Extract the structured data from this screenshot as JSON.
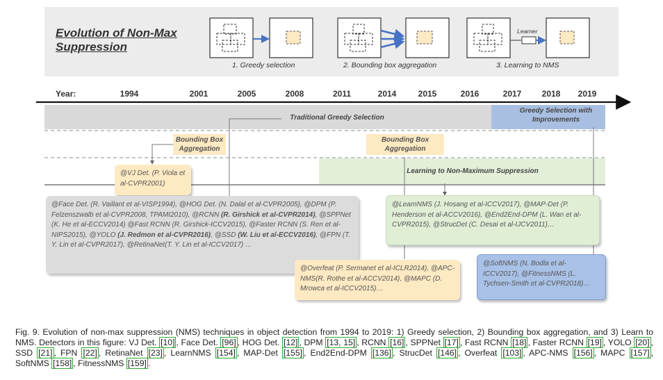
{
  "banner": {
    "title": "Evolution of Non-Max Suppression",
    "stages": [
      "1. Greedy selection",
      "2. Bounding box aggregation",
      "3. Learning to NMS"
    ],
    "learner_label": "Learner"
  },
  "timeline": {
    "year_header": "Year:",
    "years": [
      "1994",
      "2001",
      "2005",
      "2008",
      "2011",
      "2014",
      "2015",
      "2016",
      "2017",
      "2018",
      "2019"
    ]
  },
  "bands": {
    "traditional": "Traditional Greedy Selection",
    "greedy_improved": "Greedy Selection with Improvements",
    "bbox_aggregation": "Bounding Box Aggregation",
    "learning_nms": "Learning to Non-Maximum Suppression"
  },
  "boxes": {
    "vj": "@VJ Det. (P. Viola et al-CVPR2001)",
    "greedy_list": [
      {
        "t": "@Face Det. (R. Vaillant et al-VISP1994), @HOG Det. (N. Dalal et al-CVPR2005), @DPM (P. Felzenszwalb et al-CVPR2008, TPAMI2010), @RCNN ",
        "b": false
      },
      {
        "t": "(R. Girshick et al-CVPR2014)",
        "b": true
      },
      {
        "t": ", @SPPNet (K. He et al-ECCV2014) @Fast RCNN (R. Girshick-ICCV2015), @Faster RCNN (S. Ren et al-NIPS2015), @YOLO ",
        "b": false
      },
      {
        "t": "(J. Redmon et al-CVPR2016)",
        "b": true
      },
      {
        "t": ", @SSD ",
        "b": false
      },
      {
        "t": "(W. Liu et al-ECCV2016)",
        "b": true
      },
      {
        "t": ", @FPN (T. Y. Lin et al-CVPR2017), @RetinaNet(T. Y. Lin et al-ICCV2017) …",
        "b": false
      }
    ],
    "learning": "@LearnNMS (J. Hosang et al-ICCV2017), @MAP-Det (P. Henderson et al-ACCV2016), @End2End-DPM (L. Wan et al-CVPR2015), @StrucDet (C. Desai et al-IJCV2011)…",
    "aggregation": "@Overfeat (P. Sermanet et al-ICLR2014), @APC-NMS(R. Rothe et al-ACCV2014), @MAPC (D. Mrowca et al-ICCV2015)…",
    "improved": "@SoftNMS (N. Bodla et al-ICCV2017), @FitnessNMS (L. Tychsen-Smith et al-CVPR2018)…"
  },
  "caption": [
    {
      "t": "Fig. 9. Evolution of non-max suppression (NMS) techniques in object detection from 1994 to 2019: 1) Greedy selection, 2) Bounding box aggregation, and 3) Learn to NMS. Detectors in this figure: VJ Det. ",
      "ref": false
    },
    {
      "t": "[10]",
      "ref": true
    },
    {
      "t": ", Face Det. ",
      "ref": false
    },
    {
      "t": "[96]",
      "ref": true
    },
    {
      "t": ", HOG Det. ",
      "ref": false
    },
    {
      "t": "[12]",
      "ref": true
    },
    {
      "t": ", DPM ",
      "ref": false
    },
    {
      "t": "[13, 15]",
      "ref": true
    },
    {
      "t": ", RCNN ",
      "ref": false
    },
    {
      "t": "[16]",
      "ref": true
    },
    {
      "t": ", SPPNet ",
      "ref": false
    },
    {
      "t": "[17]",
      "ref": true
    },
    {
      "t": ", Fast RCNN ",
      "ref": false
    },
    {
      "t": "[18]",
      "ref": true
    },
    {
      "t": ", Faster RCNN ",
      "ref": false
    },
    {
      "t": "[19]",
      "ref": true
    },
    {
      "t": ", YOLO ",
      "ref": false
    },
    {
      "t": "[20]",
      "ref": true
    },
    {
      "t": ", SSD ",
      "ref": false
    },
    {
      "t": "[21]",
      "ref": true
    },
    {
      "t": ", FPN ",
      "ref": false
    },
    {
      "t": "[22]",
      "ref": true
    },
    {
      "t": ", RetinaNet ",
      "ref": false
    },
    {
      "t": "[23]",
      "ref": true
    },
    {
      "t": ", LearnNMS ",
      "ref": false
    },
    {
      "t": "[154]",
      "ref": true
    },
    {
      "t": ", MAP-Det ",
      "ref": false
    },
    {
      "t": "[155]",
      "ref": true
    },
    {
      "t": ", End2End-DPM ",
      "ref": false
    },
    {
      "t": "[136]",
      "ref": true
    },
    {
      "t": ", StrucDet ",
      "ref": false
    },
    {
      "t": "[146]",
      "ref": true
    },
    {
      "t": ", Overfeat ",
      "ref": false
    },
    {
      "t": "[103]",
      "ref": true
    },
    {
      "t": ", APC-NMS ",
      "ref": false
    },
    {
      "t": "[156]",
      "ref": true
    },
    {
      "t": ", MAPC ",
      "ref": false
    },
    {
      "t": "[157]",
      "ref": true
    },
    {
      "t": ", SoftNMS ",
      "ref": false
    },
    {
      "t": "[158]",
      "ref": true
    },
    {
      "t": ", FitnessNMS ",
      "ref": false
    },
    {
      "t": "[159]",
      "ref": true
    },
    {
      "t": ".",
      "ref": false
    }
  ],
  "colors": {
    "greedy_band": "#d9d9d9",
    "improved_band": "#a8bfe2",
    "learning_band": "#e3efd9",
    "aggregation": "#fde9c2",
    "arrow_blue": "#4472c4",
    "ref_box": "#2eaa2e"
  }
}
